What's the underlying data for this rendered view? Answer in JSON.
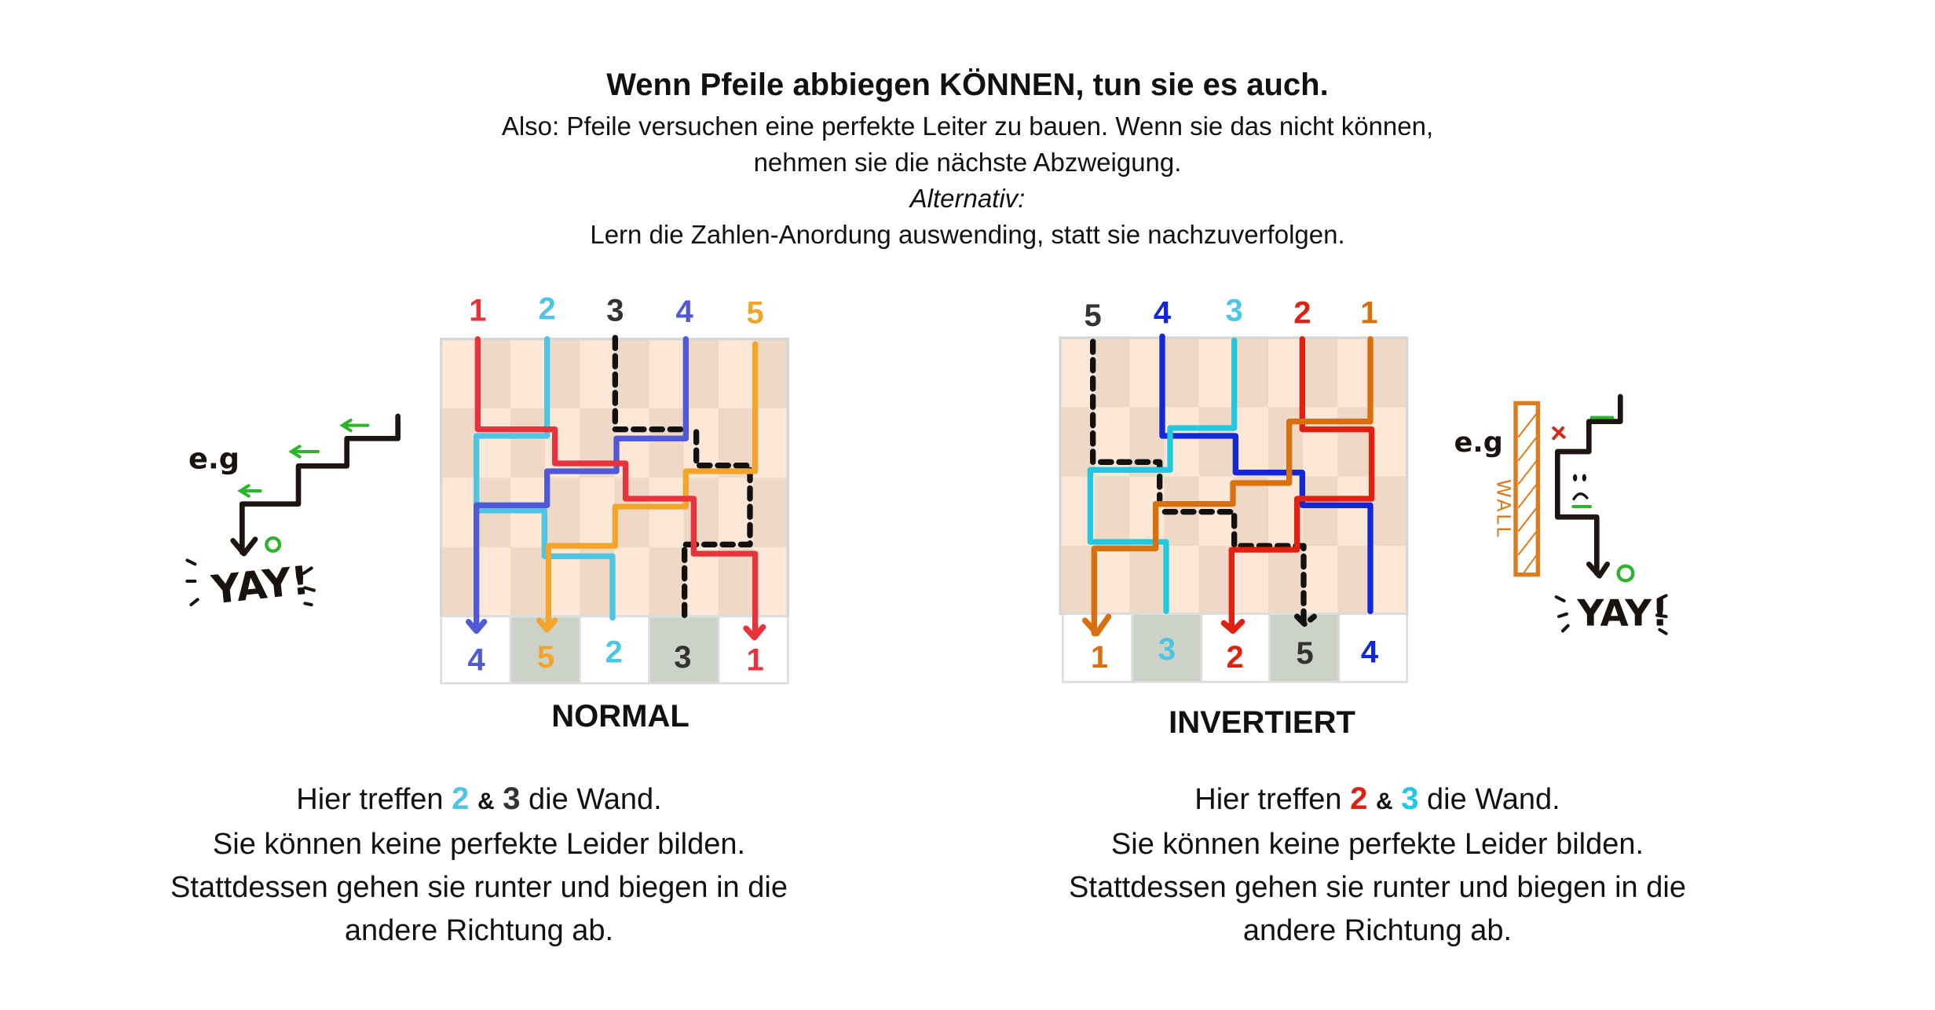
{
  "header": {
    "title": "Wenn Pfeile abbiegen KÖNNEN, tun sie es auch.",
    "line1": "Also: Pfeile versuchen eine perfekte Leiter zu bauen. Wenn sie das nicht können,",
    "line2": "nehmen sie die nächste Abzweigung.",
    "alt": "Alternativ:",
    "line3": "Lern die Zahlen-Anordung auswending, statt sie nachzuverfolgen."
  },
  "normal": {
    "caption": "NORMAL",
    "top": [
      {
        "n": "1",
        "color": "#e8323c"
      },
      {
        "n": "2",
        "color": "#4ec6e3"
      },
      {
        "n": "3",
        "color": "#333333"
      },
      {
        "n": "4",
        "color": "#5059d6"
      },
      {
        "n": "5",
        "color": "#f2a52a"
      }
    ],
    "bottom": [
      {
        "n": "4",
        "color": "#5059d6"
      },
      {
        "n": "5",
        "color": "#f2a52a"
      },
      {
        "n": "2",
        "color": "#4ec6e3"
      },
      {
        "n": "3",
        "color": "#333333"
      },
      {
        "n": "1",
        "color": "#e8323c"
      }
    ],
    "text": {
      "pre": "Hier treffen",
      "a": "2",
      "a_color": "#4ec6e3",
      "amp": "&",
      "b": "3",
      "b_color": "#333333",
      "post": "die Wand.",
      "l2": "Sie können keine perfekte Leider bilden.",
      "l3": "Stattdessen gehen sie runter und biegen in die",
      "l4": "andere Richtung ab."
    }
  },
  "inverted": {
    "caption": "INVERTIERT",
    "top": [
      {
        "n": "5",
        "color": "#333333"
      },
      {
        "n": "4",
        "color": "#1228d6"
      },
      {
        "n": "3",
        "color": "#4ec6e3"
      },
      {
        "n": "2",
        "color": "#e02010"
      },
      {
        "n": "1",
        "color": "#d9700f"
      }
    ],
    "bottom": [
      {
        "n": "1",
        "color": "#d9700f"
      },
      {
        "n": "3",
        "color": "#4ec6e3"
      },
      {
        "n": "2",
        "color": "#e02010"
      },
      {
        "n": "5",
        "color": "#333333"
      },
      {
        "n": "4",
        "color": "#1228d6"
      }
    ],
    "text": {
      "pre": "Hier treffen",
      "a": "2",
      "a_color": "#e02010",
      "amp": "&",
      "b": "3",
      "b_color": "#22c8e0",
      "post": "die Wand.",
      "l2": "Sie können keine perfekte Leider bilden.",
      "l3": "Stattdessen gehen sie runter und biegen in die",
      "l4": "andere Richtung ab."
    }
  },
  "doodles": {
    "left": {
      "eg": "e.g",
      "yay": "YAY!"
    },
    "right": {
      "eg": "e.g",
      "wall": "WALL",
      "yay": "YAY!"
    }
  }
}
